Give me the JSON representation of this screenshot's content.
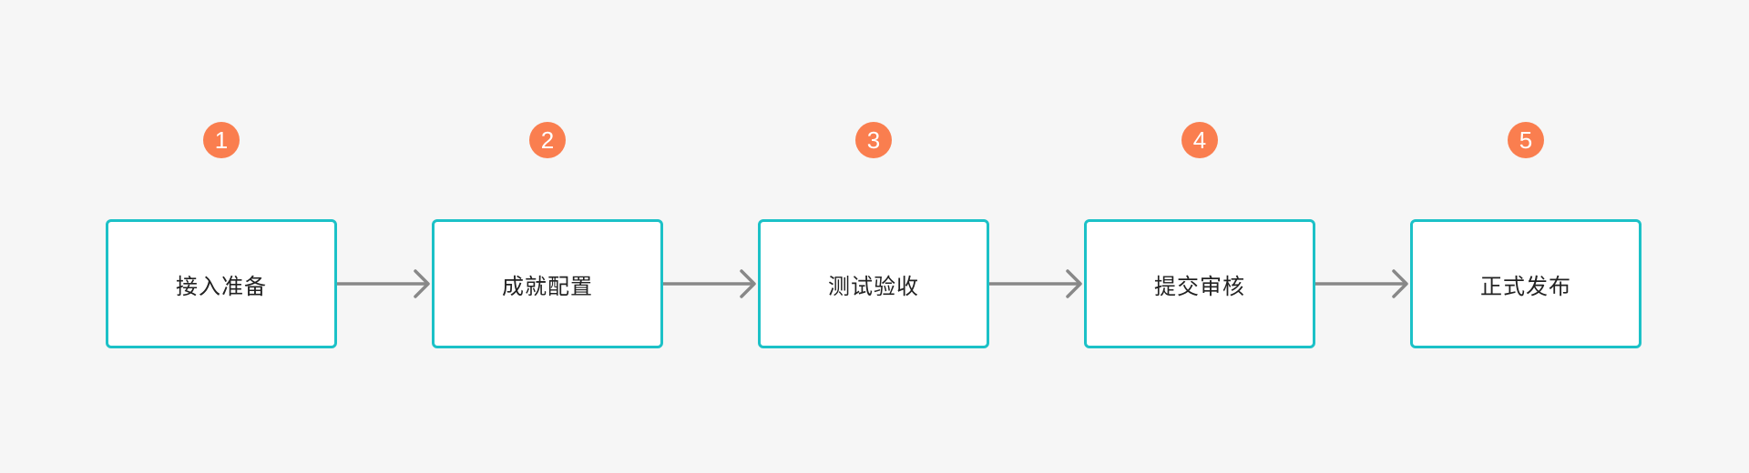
{
  "colors": {
    "background": "#f6f6f6",
    "box_border": "#1cc1c7",
    "badge": "#fa7e4f",
    "arrow": "#888888",
    "text": "#222222"
  },
  "steps": [
    {
      "number": "1",
      "label": "接入准备"
    },
    {
      "number": "2",
      "label": "成就配置"
    },
    {
      "number": "3",
      "label": "测试验收"
    },
    {
      "number": "4",
      "label": "提交审核"
    },
    {
      "number": "5",
      "label": "正式发布"
    }
  ]
}
